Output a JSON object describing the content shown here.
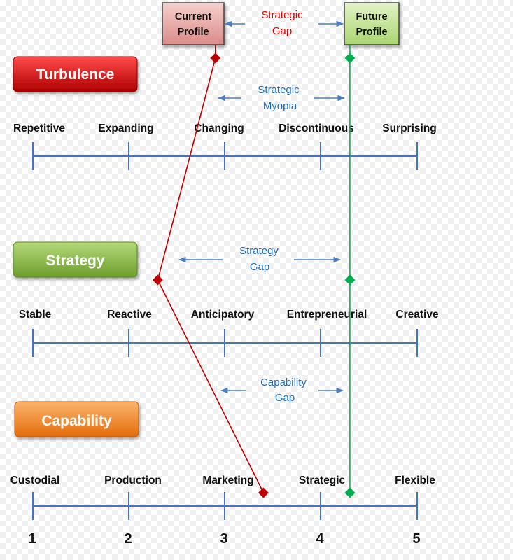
{
  "profiles": {
    "current": {
      "line1": "Current",
      "line2": "Profile",
      "color": "#c00000",
      "box_color": "#e6a9a7"
    },
    "future": {
      "line1": "Future",
      "line2": "Profile",
      "color": "#00b050",
      "box_color": "#c2e199"
    }
  },
  "gaps": {
    "top": {
      "line1": "Strategic",
      "line2": "Gap",
      "color": "#e00000"
    },
    "myopia": {
      "line1": "Strategic",
      "line2": "Myopia",
      "color": "#1f6fb5"
    },
    "strategy": {
      "line1": "Strategy",
      "line2": "Gap",
      "color": "#1f6fb5"
    },
    "capability": {
      "line1": "Capability",
      "line2": "Gap",
      "color": "#1f6fb5"
    }
  },
  "dimensions": [
    {
      "key": "turbulence",
      "label": "Turbulence",
      "color": "#cc0000",
      "levels": [
        "Repetitive",
        "Expanding",
        "Changing",
        "Discontinuous",
        "Surprising"
      ]
    },
    {
      "key": "strategy",
      "label": "Strategy",
      "color": "#86b840",
      "levels": [
        "Stable",
        "Reactive",
        "Anticipatory",
        "Entrepreneurial",
        "Creative"
      ]
    },
    {
      "key": "capability",
      "label": "Capability",
      "color": "#f0862f",
      "levels": [
        "Custodial",
        "Production",
        "Marketing",
        "Strategic",
        "Flexible"
      ]
    }
  ],
  "scale_numbers": [
    "1",
    "2",
    "3",
    "4",
    "5"
  ],
  "axis_color": "#4472c4",
  "current_profile_points": {
    "turbulence": 2.9,
    "strategy": 2.3,
    "capability": 3.4
  },
  "future_profile_points": {
    "turbulence": 4.3,
    "strategy": 4.3,
    "capability": 4.3
  }
}
